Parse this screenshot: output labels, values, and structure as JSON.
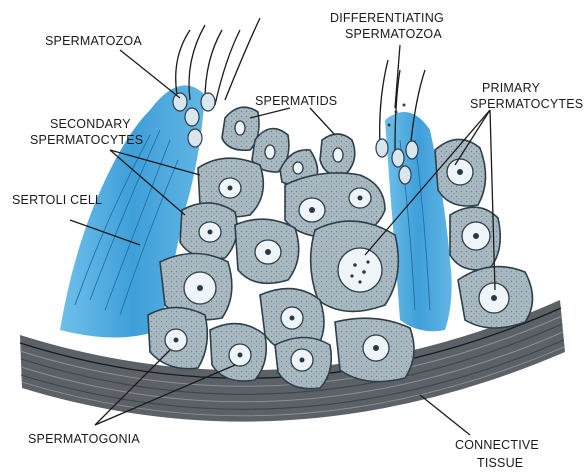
{
  "labels": {
    "spermatozoa": "SPERMATOZOA",
    "differentiating_1": "DIFFERENTIATING",
    "differentiating_2": "SPERMATOZOA",
    "spermatids": "SPERMATIDS",
    "primary_1": "PRIMARY",
    "primary_2": "SPERMATOCYTES",
    "secondary_1": "SECONDARY",
    "secondary_2": "SPERMATOCYTES",
    "sertoli": "SERTOLI CELL",
    "spermatogonia": "SPERMATOGONIA",
    "connective_1": "CONNECTIVE",
    "connective_2": "TISSUE"
  },
  "colors": {
    "sertoli_blue": "#3f9fd9",
    "cell_fill": "#a7b8c1",
    "cell_stroke": "#2d3f4a",
    "connective": "#5b6166",
    "text": "#1a1a1a"
  }
}
